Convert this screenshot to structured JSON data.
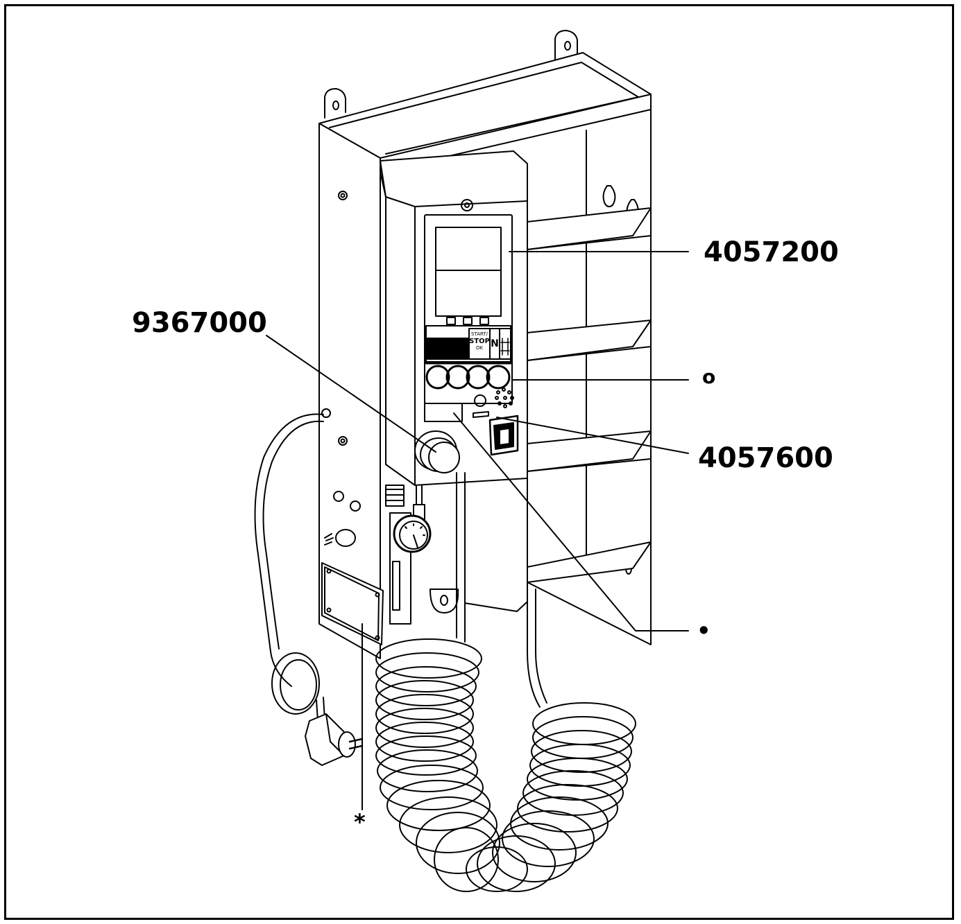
{
  "callouts": {
    "display_part": "4057200",
    "button_part": "9367000",
    "switch_part": "4057600",
    "symbol_circle": "o",
    "symbol_dot": "•",
    "symbol_star": "*"
  },
  "panel_buttons": {
    "plus": "+",
    "minus": "−",
    "start": "START/",
    "stop": "STOP",
    "ok": "OK",
    "n": "N"
  },
  "colors": {
    "line": "#000000",
    "background": "#ffffff"
  }
}
